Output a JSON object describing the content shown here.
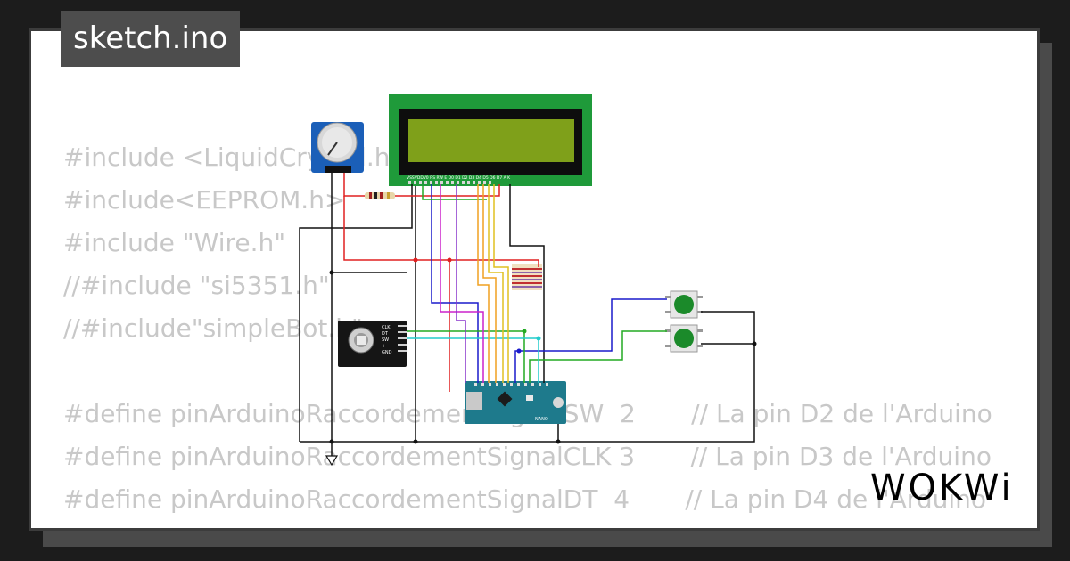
{
  "sketch": {
    "file_name": "sketch.ino"
  },
  "code_lines": [
    "#include <LiquidCrystal.h>",
    "#include<EEPROM.h>",
    "#include \"Wire.h\"",
    "//#include \"si5351.h\"",
    "//#include\"simpleBot.h\"",
    "",
    "#define pinArduinoRaccordementSignalSW  2       // La pin D2 de l'Arduino",
    "#define pinArduinoRaccordementSignalCLK 3       // La pin D3 de l'Arduino",
    "#define pinArduinoRaccordementSignalDT  4       // La pin D4 de l'Arduino"
  ],
  "components": {
    "lcd": {
      "pin_labels": "VSSVDDV0 RS RW E  D0 D1 D2 D3 D4 D5 D6 D7 A   K"
    },
    "encoder": {
      "pins": [
        "CLK",
        "DT",
        "SW",
        "+",
        "GND"
      ]
    },
    "arduino": {
      "label": "NANO"
    }
  },
  "wire_colors": {
    "red": "#e02020",
    "black": "#111111",
    "blue": "#1a1acc",
    "green": "#22aa22",
    "cyan": "#22cccc",
    "magenta": "#cc22cc",
    "orange": "#f0a020",
    "yellow": "#e0c020",
    "purple": "#8833cc"
  },
  "brand": {
    "logo": "WOKWi"
  }
}
